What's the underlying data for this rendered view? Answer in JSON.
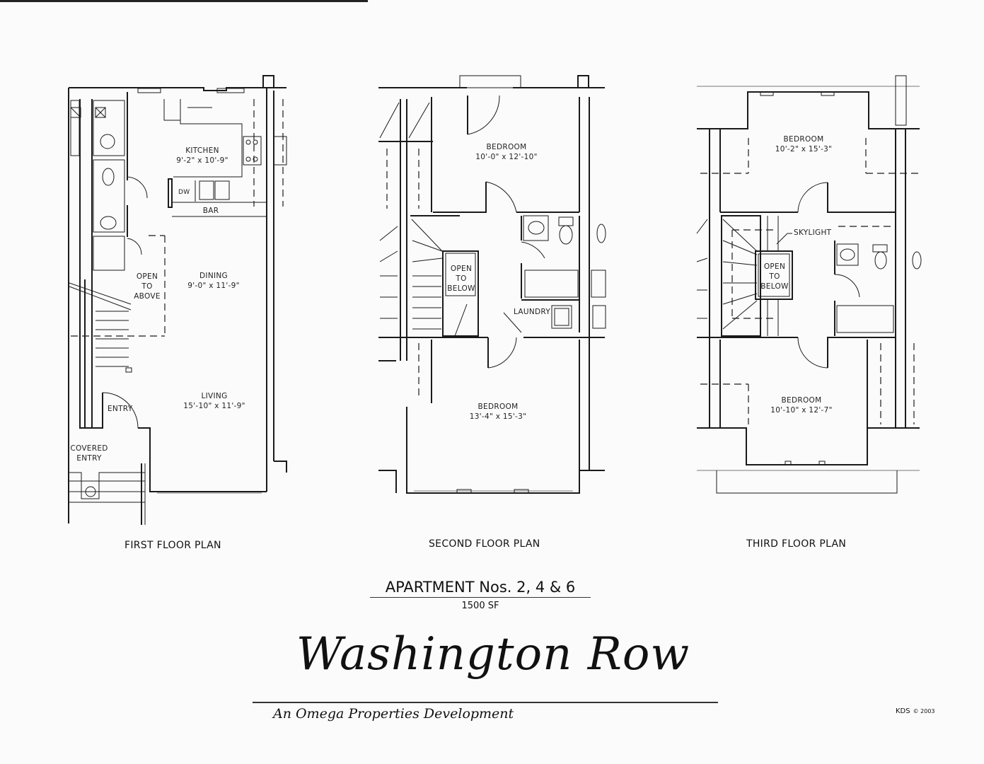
{
  "document": {
    "type": "floor plan sheet",
    "apartment_title": "APARTMENT Nos. 2, 4 & 6",
    "area": "1500 SF",
    "brand_name": "Washington Row",
    "brand_tagline": "An Omega Properties Development",
    "credit": "KDS",
    "credit_year": "© 2003"
  },
  "plans": [
    {
      "title": "FIRST FLOOR PLAN",
      "rooms": [
        {
          "name": "KITCHEN",
          "size": "9'-2\" x 10'-9\""
        },
        {
          "name": "DINING",
          "size": "9'-0\" x 11'-9\""
        },
        {
          "name": "LIVING",
          "size": "15'-10\" x 11'-9\""
        }
      ],
      "labels": {
        "dw": "DW",
        "bar": "BAR",
        "open_line1": "OPEN",
        "open_line2": "TO",
        "open_line3": "ABOVE",
        "entry": "ENTRY",
        "covered_line1": "COVERED",
        "covered_line2": "ENTRY"
      }
    },
    {
      "title": "SECOND FLOOR PLAN",
      "rooms": [
        {
          "name": "BEDROOM",
          "size": "10'-0\" x 12'-10\""
        },
        {
          "name": "BEDROOM",
          "size": "13'-4\" x 15'-3\""
        }
      ],
      "labels": {
        "open_line1": "OPEN",
        "open_line2": "TO",
        "open_line3": "BELOW",
        "laundry": "LAUNDRY"
      }
    },
    {
      "title": "THIRD FLOOR PLAN",
      "rooms": [
        {
          "name": "BEDROOM",
          "size": "10'-2\" x 15'-3\""
        },
        {
          "name": "BEDROOM",
          "size": "10'-10\" x 12'-7\""
        }
      ],
      "labels": {
        "skylight": "SKYLIGHT",
        "open_line1": "OPEN",
        "open_line2": "TO",
        "open_line3": "BELOW"
      }
    }
  ]
}
